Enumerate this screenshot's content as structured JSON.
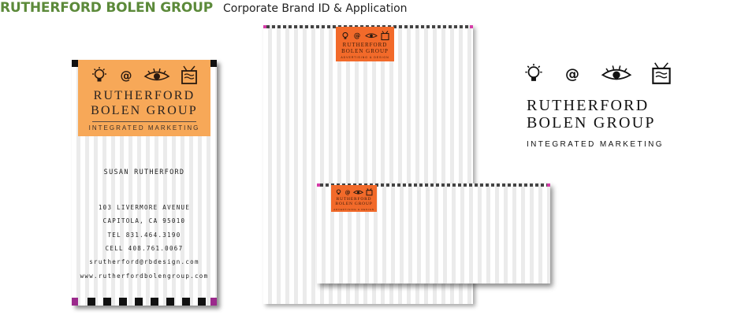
{
  "header": {
    "title": "RUTHERFORD BOLEN GROUP",
    "subtitle": "Corporate Brand ID & Application"
  },
  "colors": {
    "brand_green": "#5c8a3a",
    "card_orange": "#f7a858",
    "logo_orange": "#f26a2a",
    "accent_magenta": "#9b2a8c"
  },
  "brand": {
    "line1": "RUTHERFORD",
    "line2": "BOLEN GROUP",
    "tagline": "INTEGRATED MARKETING",
    "at_symbol": "@",
    "icons": [
      "lightbulb-icon",
      "at-sign-icon",
      "eye-icon",
      "television-icon"
    ]
  },
  "business_card": {
    "name": "SUSAN RUTHERFORD",
    "address_line1": "103 LIVERMORE AVENUE",
    "address_line2": "CAPITOLA, CA 95010",
    "phone": "TEL 831.464.3190",
    "cell": "CELL 408.761.0067",
    "email": "srutherford@rbdesign.com",
    "website": "www.rutherfordbolengroup.com"
  },
  "letterhead": {
    "tagline": "ADVERTISING & DESIGN"
  }
}
